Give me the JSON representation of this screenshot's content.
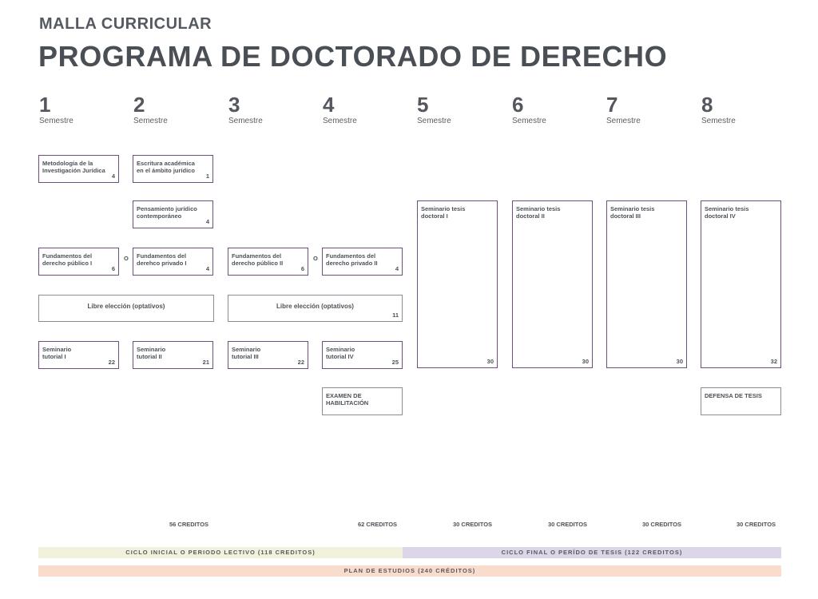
{
  "header": {
    "kicker": "MALLA CURRICULAR",
    "title": "PROGRAMA DE DOCTORADO DE DERECHO"
  },
  "semesters": [
    {
      "num": "1",
      "label": "Semestre"
    },
    {
      "num": "2",
      "label": "Semestre"
    },
    {
      "num": "3",
      "label": "Semestre"
    },
    {
      "num": "4",
      "label": "Semestre"
    },
    {
      "num": "5",
      "label": "Semestre"
    },
    {
      "num": "6",
      "label": "Semestre"
    },
    {
      "num": "7",
      "label": "Semestre"
    },
    {
      "num": "8",
      "label": "Semestre"
    }
  ],
  "courses": {
    "metodologia": {
      "name": "Metodología de la\nInvestigación Jurídica",
      "credits": "4"
    },
    "escritura": {
      "name": "Escritura académica\nen el ámbito jurídico",
      "credits": "1"
    },
    "pensamiento": {
      "name": "Pensamiento jurídico\ncontemporáneo",
      "credits": "4"
    },
    "fund_pub_1": {
      "name": "Fundamentos del\nderecho público I",
      "credits": "6"
    },
    "fund_priv_1": {
      "name": "Fundamentos del\nderehco privado I",
      "credits": "4"
    },
    "fund_pub_2": {
      "name": "Fundamentos del\nderecho público II",
      "credits": "6"
    },
    "fund_priv_2": {
      "name": "Fundamentos del\nderecho privado II",
      "credits": "4"
    },
    "libre_1": {
      "name": "Libre elección (optativos)",
      "credits": ""
    },
    "libre_2": {
      "name": "Libre elección (optativos)",
      "credits": "11"
    },
    "sem_tut_1": {
      "name": "Seminario\ntutorial I",
      "credits": "22"
    },
    "sem_tut_2": {
      "name": "Seminario\ntutorial  II",
      "credits": "21"
    },
    "sem_tut_3": {
      "name": "Seminario\ntutorial III",
      "credits": "22"
    },
    "sem_tut_4": {
      "name": "Seminario\ntutorial  IV",
      "credits": "25"
    },
    "examen": {
      "name": "EXAMEN DE\nHABILITACIÓN",
      "credits": ""
    },
    "tesis_1": {
      "name": "Seminario  tesis\ndoctoral  I",
      "credits": "30"
    },
    "tesis_2": {
      "name": "Seminario  tesis\ndoctoral  II",
      "credits": "30"
    },
    "tesis_3": {
      "name": "Seminario  tesis\ndoctoral  III",
      "credits": "30"
    },
    "tesis_4": {
      "name": "Seminario  tesis\ndoctoral  IV",
      "credits": "32"
    },
    "defensa": {
      "name": "DEFENSA DE TESIS",
      "credits": ""
    }
  },
  "or_label": "O",
  "credit_totals": {
    "s12": "56 CREDITOS",
    "s34": "62 CREDITOS",
    "s5": "30 CREDITOS",
    "s6": "30 CREDITOS",
    "s7": "30 CREDITOS",
    "s8": "30 CREDITOS"
  },
  "bands": {
    "ciclo_inicial": {
      "label": "CICLO INICIAL O PERIODO LECTIVO  (118 CREDITOS)",
      "color": "#f1f1dc"
    },
    "ciclo_final": {
      "label": "CICLO FINAL O PERÍDO DE TESIS  (122 CREDITOS)",
      "color": "#ddd6e8"
    },
    "plan": {
      "label": "PLAN DE ESTUDIOS (240 CRÉDITOS)",
      "color": "#f9dccb"
    }
  },
  "colors": {
    "box_border": "#6b4f7c",
    "text": "#4d5259"
  }
}
